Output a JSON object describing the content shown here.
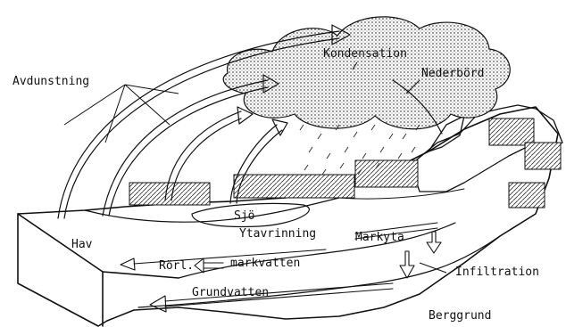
{
  "labels": {
    "avdunstning": "Avdunstning",
    "kondensation": "Kondensation",
    "nederbord": "Nederbörd",
    "sjo": "Sjö",
    "hav": "Hav",
    "ytavrinning": "Ytavrinning",
    "markyta": "Markyta",
    "rorl": "Rörl.",
    "markvatten": "markvatten",
    "infiltration": "Infiltration",
    "grundvatten": "Grundvatten",
    "berggrund": "Berggrund"
  },
  "colors": {
    "ink": "#111111",
    "paper": "#ffffff",
    "cloud": "#d9d9d9"
  }
}
